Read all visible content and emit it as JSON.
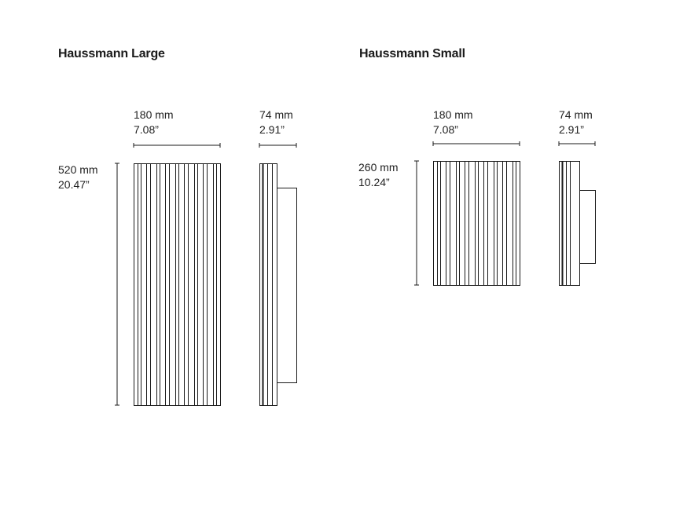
{
  "large": {
    "title": "Haussmann Large",
    "width": {
      "mm": "180 mm",
      "in": "7.08”"
    },
    "depth": {
      "mm": "74 mm",
      "in": "2.91”"
    },
    "height": {
      "mm": "520 mm",
      "in": "20.47”"
    }
  },
  "small": {
    "title": "Haussmann Small",
    "width": {
      "mm": "180 mm",
      "in": "7.08”"
    },
    "depth": {
      "mm": "74 mm",
      "in": "2.91”"
    },
    "height": {
      "mm": "260 mm",
      "in": "10.24”"
    }
  },
  "colors": {
    "line": "#1a1a1a"
  }
}
